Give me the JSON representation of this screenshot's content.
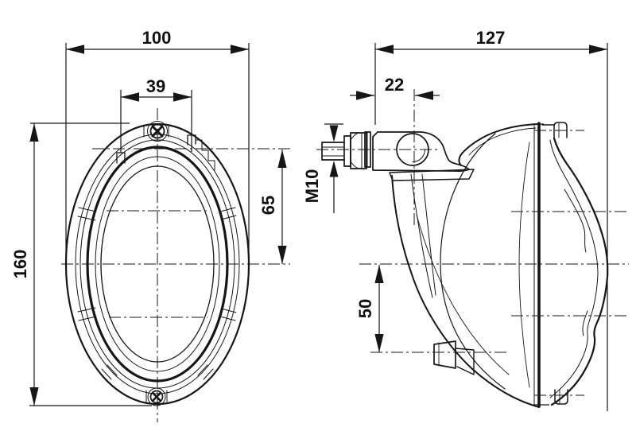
{
  "drawing": {
    "kind": "technical-orthographic-drawing",
    "colors": {
      "line": "#161616",
      "text": "#111111",
      "background": "#ffffff"
    },
    "front_view": {
      "dimensions": {
        "overall_width": "100",
        "mounting_tab_spacing": "39",
        "overall_height": "160",
        "center_to_tab_line": "65"
      }
    },
    "side_view": {
      "dimensions": {
        "overall_depth": "127",
        "bracket_hole_offset": "22",
        "mounting_stud_thread": "M10",
        "center_to_connector": "50"
      }
    }
  }
}
